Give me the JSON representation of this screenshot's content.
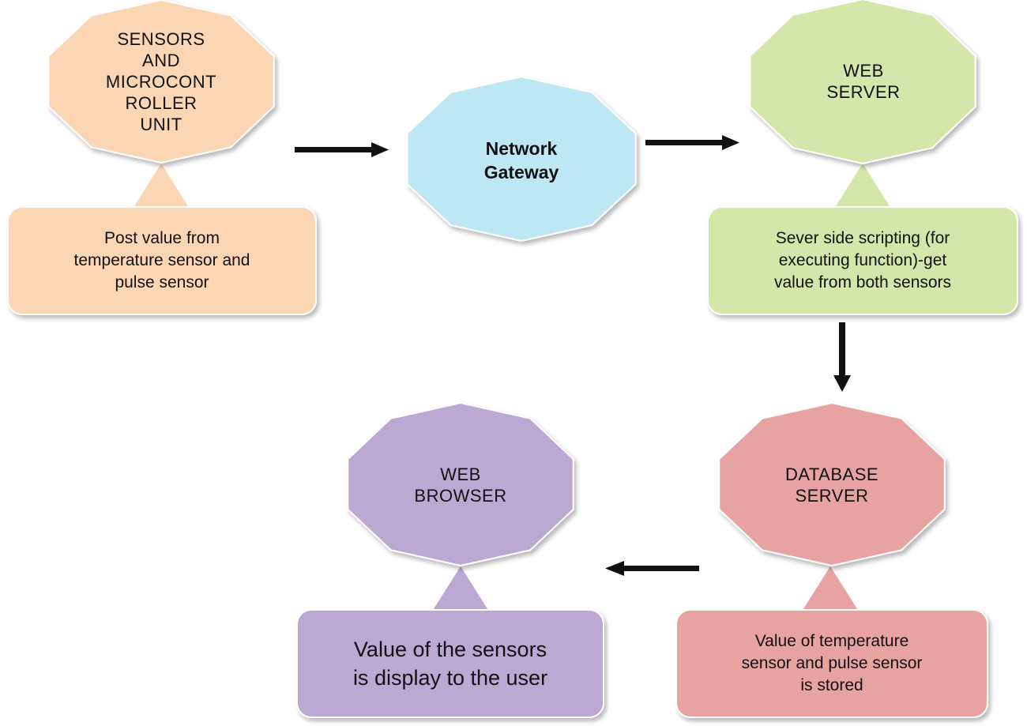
{
  "nodes": {
    "sensors": {
      "label": "SENSORS\nAND\nMICROCONT\nROLLER\nUNIT",
      "fill": "#fbd6b4"
    },
    "gateway": {
      "label": "Network\nGateway",
      "fill": "#bde8f3"
    },
    "web_server": {
      "label": "WEB\nSERVER",
      "fill": "#d4e6a9"
    },
    "database_server": {
      "label": "DATABASE\nSERVER",
      "fill": "#e7a3a1"
    },
    "web_browser": {
      "label": "WEB\nBROWSER",
      "fill": "#bba9d4"
    }
  },
  "callouts": {
    "sensors_note": {
      "text": "Post value from\ntemperature sensor and\npulse sensor"
    },
    "web_server_note": {
      "text": "Sever side scripting (for\nexecuting function)-get\nvalue from both sensors"
    },
    "database_note": {
      "text": "Value of temperature\nsensor and pulse sensor\nis stored"
    },
    "browser_note": {
      "text": "Value of the sensors\nis display to the user"
    }
  },
  "colors": {
    "arrow": "#111111",
    "outline": "#ffffff"
  }
}
